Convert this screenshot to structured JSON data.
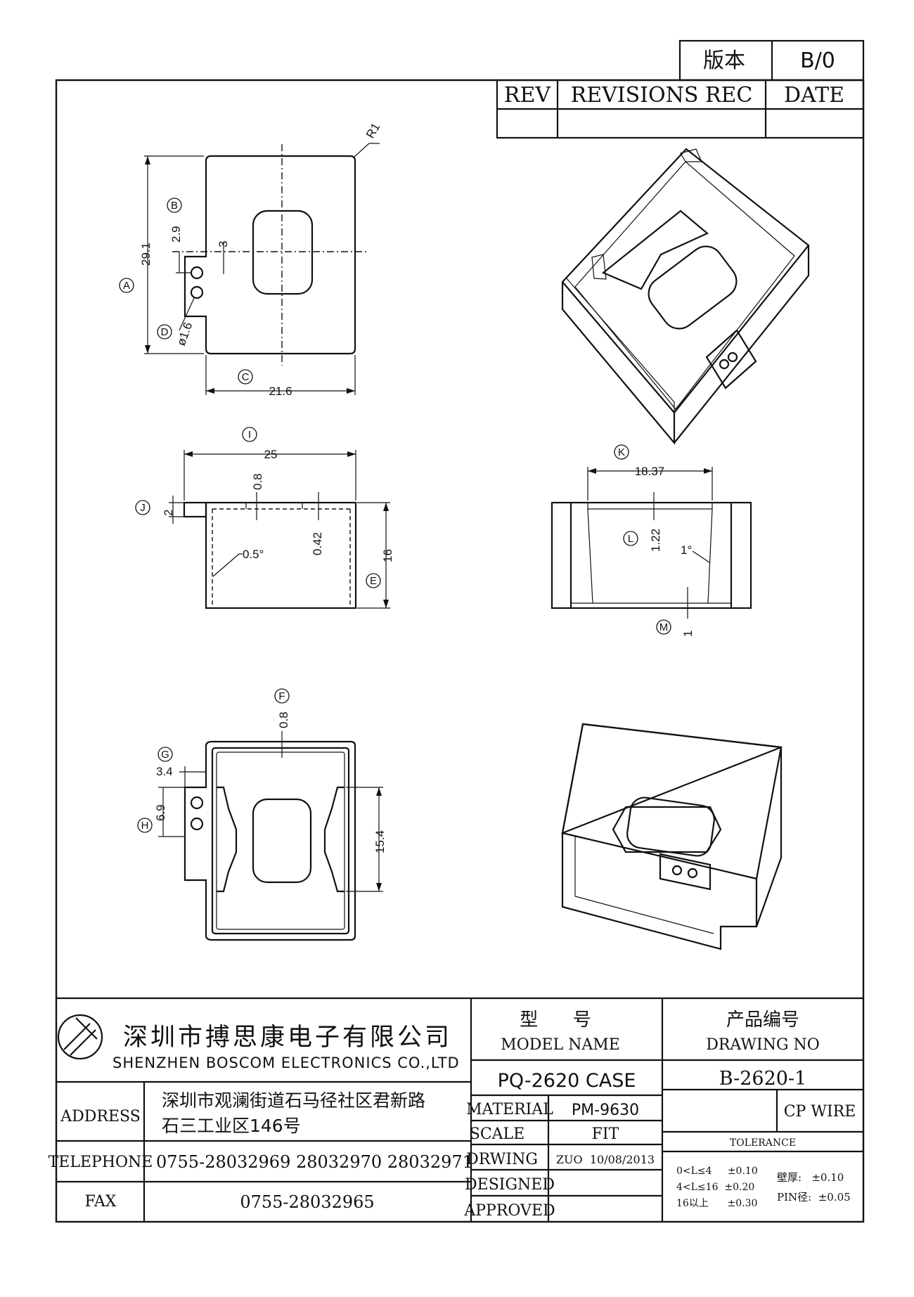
{
  "header": {
    "version_label": "版本",
    "version_value": "B/0",
    "rev_label": "REV",
    "revisions_label": "REVISIONS REC",
    "date_label": "DATE"
  },
  "dimensions": {
    "top_view": {
      "radius": "R1",
      "height": "29.1",
      "width": "21.6",
      "pitch": "2.9",
      "offset": "3",
      "hole": "ø1.6",
      "marker_a": "A",
      "marker_b": "B",
      "marker_c": "C",
      "marker_d": "D"
    },
    "front_view": {
      "width": "25",
      "top_wall": "0.8",
      "flange": "2",
      "inner": "0.42",
      "draft": "0.5°",
      "height": "16",
      "marker_i": "I",
      "marker_j": "J",
      "marker_e": "E"
    },
    "side_view": {
      "width": "18.37",
      "step": "1.22",
      "draft": "1°",
      "base": "1",
      "marker_k": "K",
      "marker_l": "L",
      "marker_m": "M"
    },
    "bottom_view": {
      "wall": "0.8",
      "tab_depth": "3.4",
      "tab_width": "6.9",
      "inner_length": "15.4",
      "marker_f": "F",
      "marker_g": "G",
      "marker_h": "H"
    }
  },
  "title_block": {
    "company_cn": "深圳市搏思康电子有限公司",
    "company_en": "SHENZHEN BOSCOM ELECTRONICS CO.,LTD",
    "address_label": "ADDRESS",
    "address_line1": "深圳市观澜街道石马径社区君新路",
    "address_line2": "石三工业区146号",
    "telephone_label": "TELEPHONE",
    "telephone_value": "0755-28032969 28032970 28032971",
    "fax_label": "FAX",
    "fax_value": "0755-28032965",
    "model_cn": "型      号",
    "model_en": "MODEL NAME",
    "model_value": "PQ-2620 CASE",
    "drawing_cn": "产品编号",
    "drawing_en": "DRAWING NO",
    "drawing_value": "B-2620-1",
    "material_label": "MATERIAL",
    "material_value": "PM-9630",
    "cp_wire": "CP WIRE",
    "scale_label": "SCALE",
    "scale_value": "FIT",
    "tolerance_label": "TOLERANCE",
    "drwing_label": "DRWING",
    "drwing_value": "ZUO  10/08/2013",
    "designed_label": "DESIGNED",
    "approved_label": "APPROVED",
    "tol_row1": "0<L≤4     ±0.10",
    "tol_row2": "4<L≤16  ±0.20",
    "tol_row3": "16以上      ±0.30",
    "wall_tol": "壁厚:   ±0.10",
    "pin_tol": "PIN径:  ±0.05"
  }
}
